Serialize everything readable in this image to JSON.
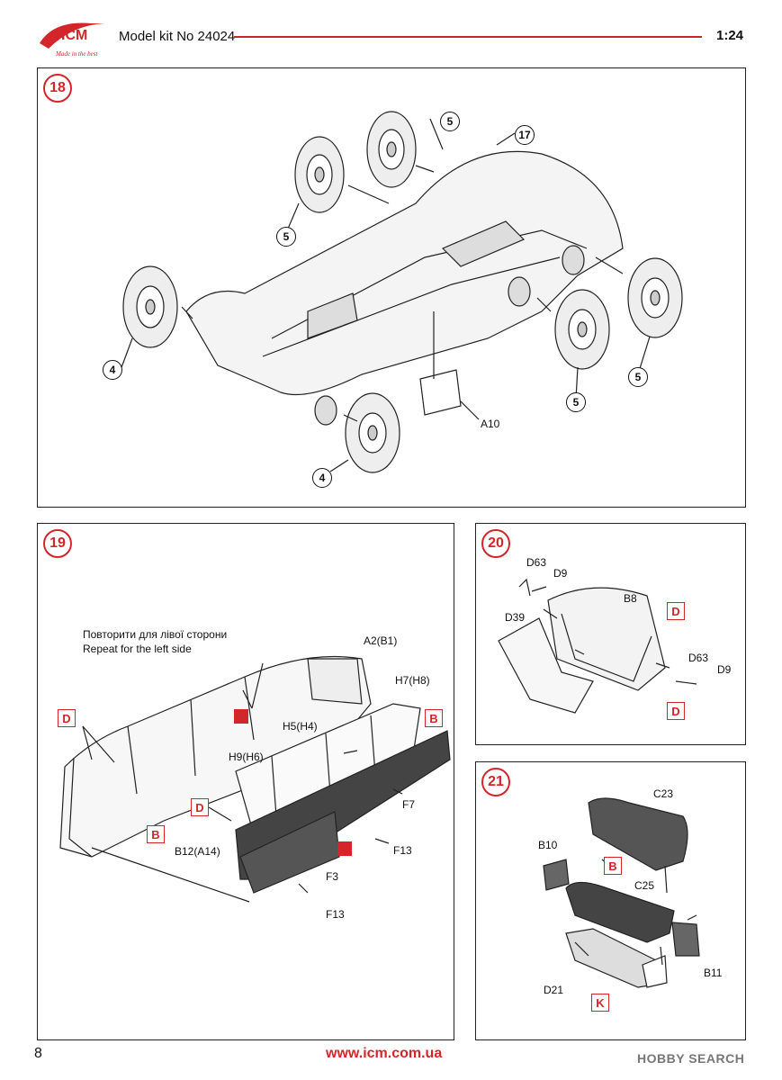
{
  "header": {
    "logo_text": "ICM",
    "logo_tagline": "Made in the best",
    "kit_label": "Model kit No 24024",
    "scale": "1:24"
  },
  "step18": {
    "number": "18",
    "callouts": [
      "5",
      "17",
      "5",
      "4",
      "5",
      "5",
      "4"
    ],
    "part_label": "A10"
  },
  "step19": {
    "number": "19",
    "note_ua": "Повторити для лівої сторони",
    "note_en": "Repeat for the left side",
    "labels": [
      "A2(B1)",
      "H7(H8)",
      "H5(H4)",
      "H9(H6)",
      "B12(A14)",
      "F7",
      "F13",
      "F3",
      "F13"
    ],
    "tags": [
      "D",
      "B",
      "B",
      "D"
    ]
  },
  "step20": {
    "number": "20",
    "labels": [
      "D63",
      "D9",
      "B8",
      "D39",
      "D63",
      "D9"
    ],
    "tags": [
      "D",
      "D"
    ]
  },
  "step21": {
    "number": "21",
    "labels": [
      "C23",
      "B10",
      "C25",
      "D21",
      "B11"
    ],
    "tags": [
      "B",
      "K"
    ]
  },
  "footer": {
    "page": "8",
    "url": "www.icm.com.ua",
    "watermark": "HOBBY SEARCH"
  },
  "colors": {
    "accent": "#d3262b"
  }
}
